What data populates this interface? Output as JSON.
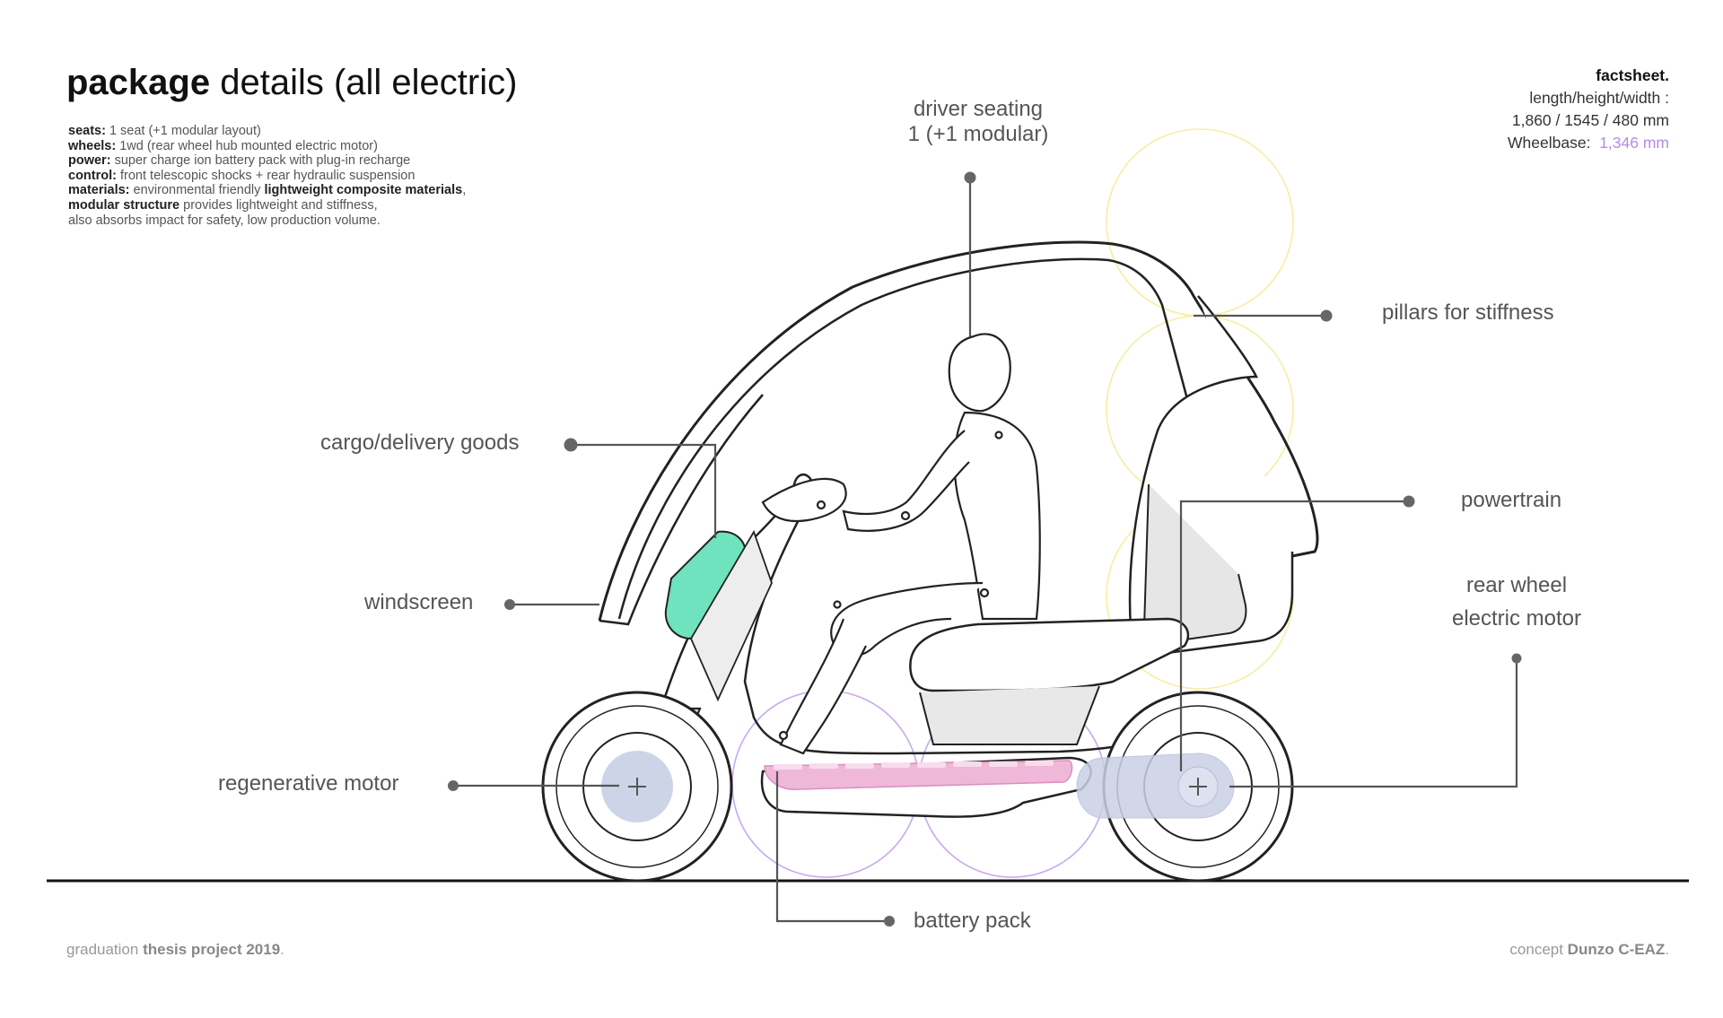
{
  "header": {
    "title_bold": "package",
    "title_rest": "details (all electric)"
  },
  "specs": [
    {
      "key": "seats:",
      "value": "1 seat (+1 modular layout)"
    },
    {
      "key": "wheels:",
      "value": "1wd (rear wheel hub mounted electric motor)"
    },
    {
      "key": "power:",
      "value": "super charge ion battery pack with plug-in recharge"
    },
    {
      "key": "control:",
      "value": "front telescopic shocks + rear hydraulic suspension"
    },
    {
      "key": "materials:",
      "value_pre": "environmental friendly ",
      "value_em": "lightweight composite materials",
      "value_post": ","
    },
    {
      "key": "modular structure",
      "value": "provides lightweight and stiffness,"
    },
    {
      "key": "",
      "value": "also absorbs impact for safety, low production volume."
    }
  ],
  "factsheet": {
    "heading": "factsheet.",
    "dims_label": "length/height/width :",
    "dims_value": "1,860 / 1545 / 480 mm",
    "wheelbase_label": "Wheelbase:",
    "wheelbase_value": "1,346 mm"
  },
  "labels": {
    "driver_seating_l1": "driver seating",
    "driver_seating_l2": "1 (+1 modular)",
    "pillars": "pillars for stiffness",
    "cargo": "cargo/delivery goods",
    "powertrain": "powertrain",
    "windscreen": "windscreen",
    "rear_motor_l1": "rear wheel",
    "rear_motor_l2": "electric motor",
    "regen": "regenerative motor",
    "battery": "battery pack"
  },
  "footer": {
    "left_pre": "graduation ",
    "left_bold": "thesis project 2019",
    "left_post": ".",
    "right_pre": "concept ",
    "right_bold": "Dunzo C-EAZ",
    "right_post": "."
  },
  "colors": {
    "cargo_green": "#6fe3bd",
    "battery_pink": "#efb8d8",
    "hub_blue": "#c9cfe6",
    "purple_circle": "#c9a8ef",
    "yellow_circle": "#f7eea0"
  }
}
